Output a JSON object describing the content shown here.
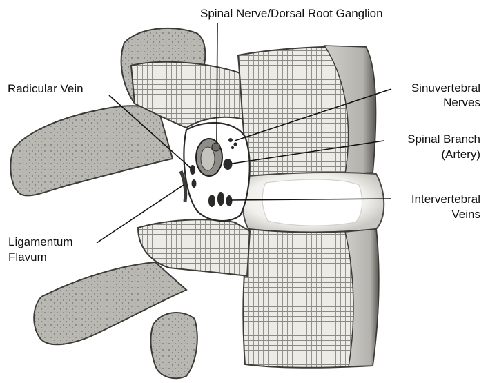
{
  "labels": {
    "spinal_nerve": "Spinal Nerve/Dorsal Root Ganglion",
    "radicular_vein": "Radicular Vein",
    "sinuvertebral_1": "Sinuvertebral",
    "sinuvertebral_2": "Nerves",
    "spinal_branch_1": "Spinal Branch",
    "spinal_branch_2": "(Artery)",
    "intervertebral_1": "Intervertebral",
    "intervertebral_2": "Veins",
    "ligamentum_1": "Ligamentum",
    "ligamentum_2": "Flavum"
  }
}
